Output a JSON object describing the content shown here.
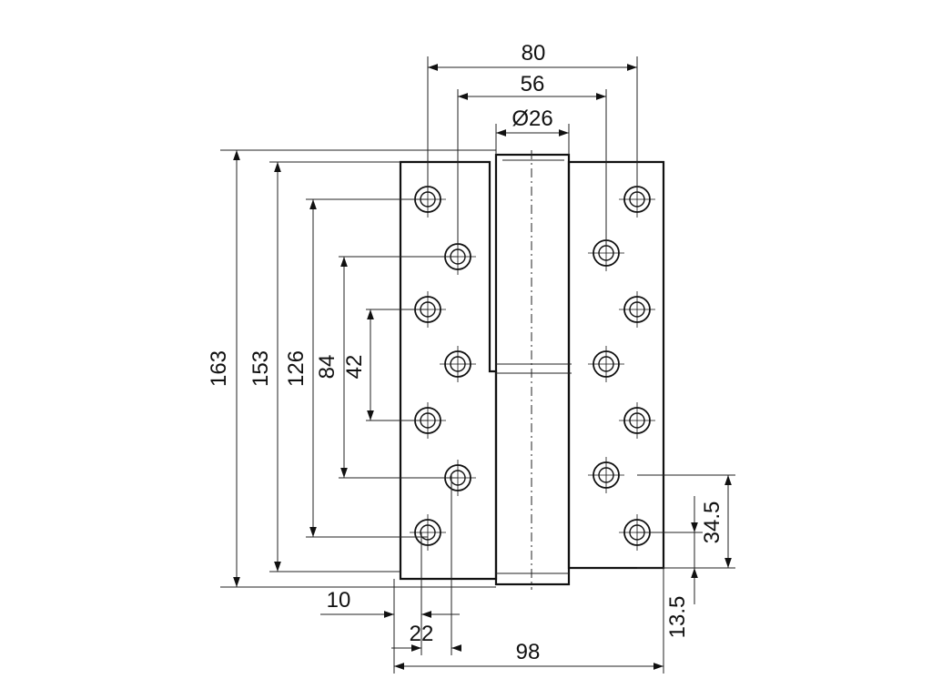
{
  "drawing": {
    "dimensions": {
      "width_top_outer": "80",
      "width_top_inner": "56",
      "knuckle_diameter": "Ø26",
      "height_total": "163",
      "height_leaf": "153",
      "height_outer_holes": "126",
      "height_inner_holes": "84",
      "height_mid_holes": "42",
      "edge_offset": "10",
      "hole_offset": "22",
      "overall_width": "98",
      "right_hole_spacing": "34.5",
      "bottom_offset": "13.5"
    },
    "colors": {
      "line": "#111111",
      "background": "#ffffff"
    }
  }
}
